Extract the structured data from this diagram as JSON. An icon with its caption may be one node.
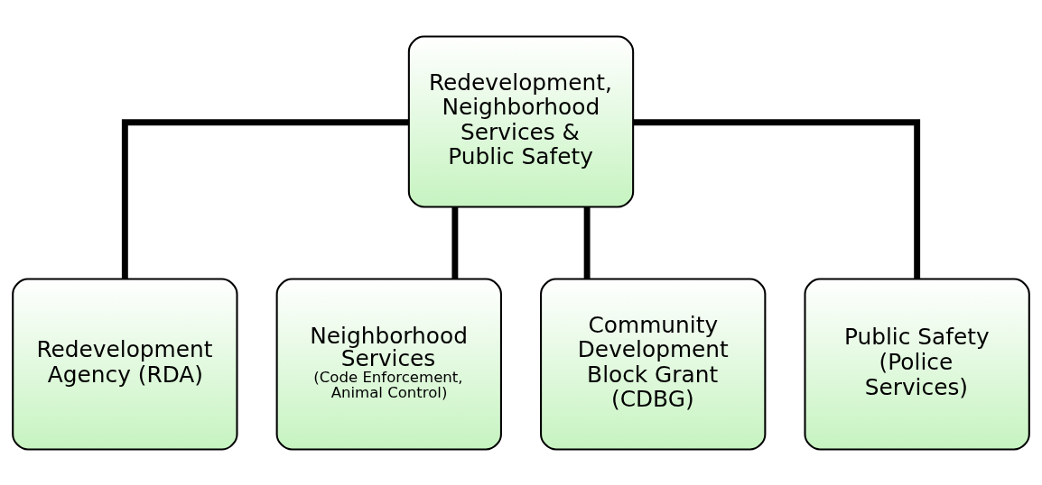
{
  "diagram": {
    "nodes": [
      {
        "text": [
          "Redevelopment, Neighborhood Services & Public Safety"
        ]
      },
      {
        "text": [
          "Redevelopment Agency (RDA)"
        ]
      },
      {
        "text": [
          "Neighborhood Services",
          "(Code Enforcement, Animal Control)"
        ]
      },
      {
        "text": [
          "Community Development Block Grant (CDBG)"
        ]
      },
      {
        "text": [
          "Public Safety (Police Services)"
        ]
      }
    ],
    "edges": [
      {
        "from": 0,
        "to": 1,
        "arrow": "none"
      },
      {
        "from": 0,
        "to": 2,
        "arrow": "none"
      },
      {
        "from": 0,
        "to": 3,
        "arrow": "none"
      },
      {
        "from": 0,
        "to": 4,
        "arrow": "none"
      }
    ]
  }
}
